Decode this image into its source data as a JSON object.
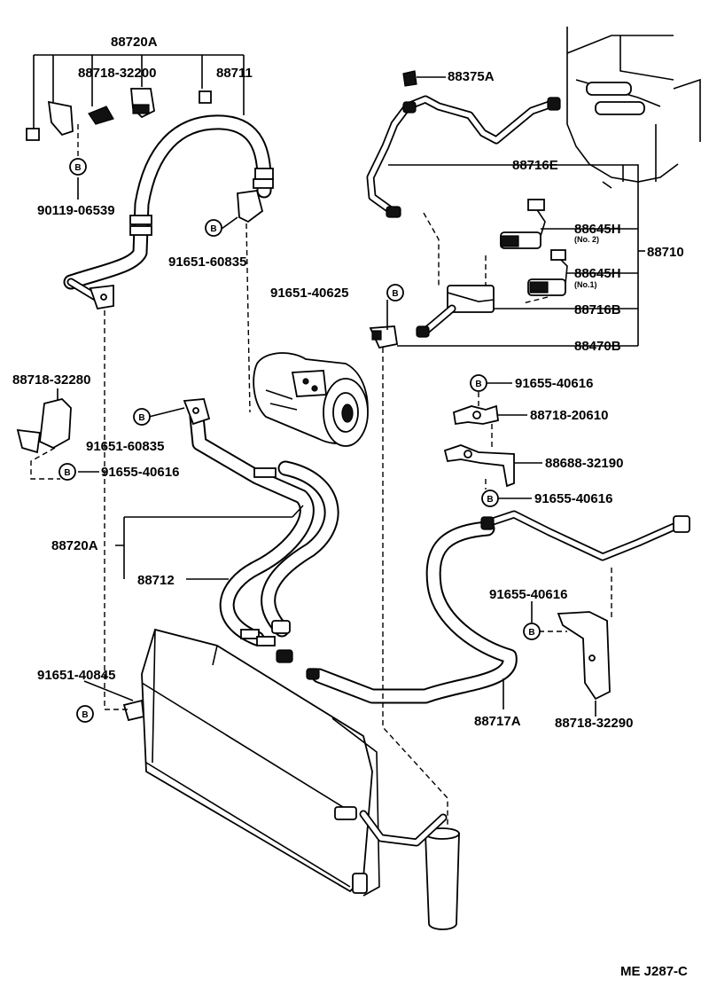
{
  "diagram": {
    "bolt_symbol": "B",
    "drawing_code": "ME J287-C",
    "labels": {
      "p_88720A_top": "88720A",
      "p_88718_32200": "88718-32200",
      "p_88711": "88711",
      "p_90119_06539": "90119-06539",
      "p_91651_60835_a": "91651-60835",
      "p_88375A": "88375A",
      "p_88716E": "88716E",
      "p_88645H_no2": "88645H",
      "p_no2": "(No. 2)",
      "p_88710": "88710",
      "p_88645H_no1": "88645H",
      "p_no1": "(No.1)",
      "p_91651_40625": "91651-40625",
      "p_88716B": "88716B",
      "p_88470B": "88470B",
      "p_88718_32280": "88718-32280",
      "p_91651_60835_b": "91651-60835",
      "p_91655_40616_a": "91655-40616",
      "p_91655_40616_b": "91655-40616",
      "p_88718_20610": "88718-20610",
      "p_88688_32190": "88688-32190",
      "p_91655_40616_c": "91655-40616",
      "p_88720A_mid": "88720A",
      "p_88712": "88712",
      "p_91655_40616_d": "91655-40616",
      "p_91651_40845": "91651-40845",
      "p_88717A": "88717A",
      "p_88718_32290": "88718-32290"
    }
  }
}
